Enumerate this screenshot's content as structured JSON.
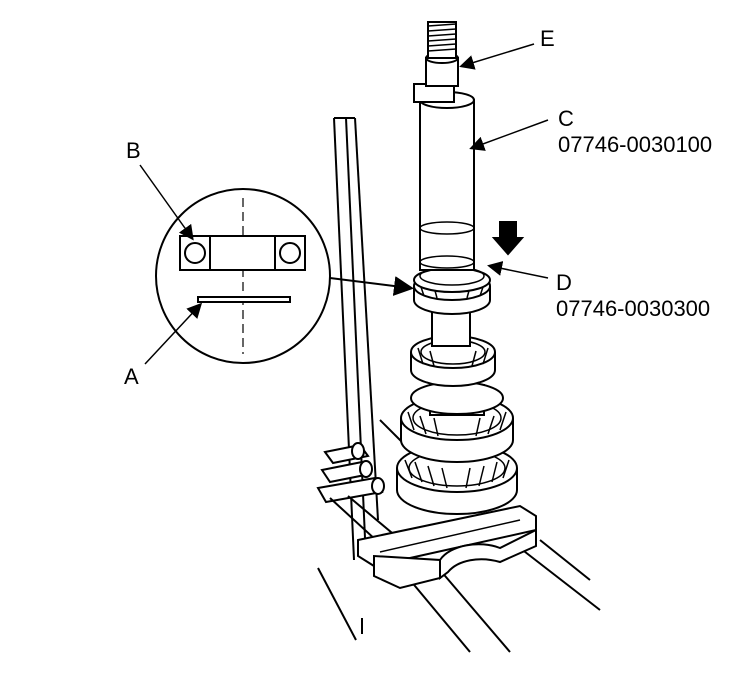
{
  "callouts": {
    "a": {
      "letter": "A"
    },
    "b": {
      "letter": "B"
    },
    "c": {
      "letter": "C",
      "part_number": "07746-0030100"
    },
    "d": {
      "letter": "D",
      "part_number": "07746-0030300"
    },
    "e": {
      "letter": "E"
    }
  }
}
